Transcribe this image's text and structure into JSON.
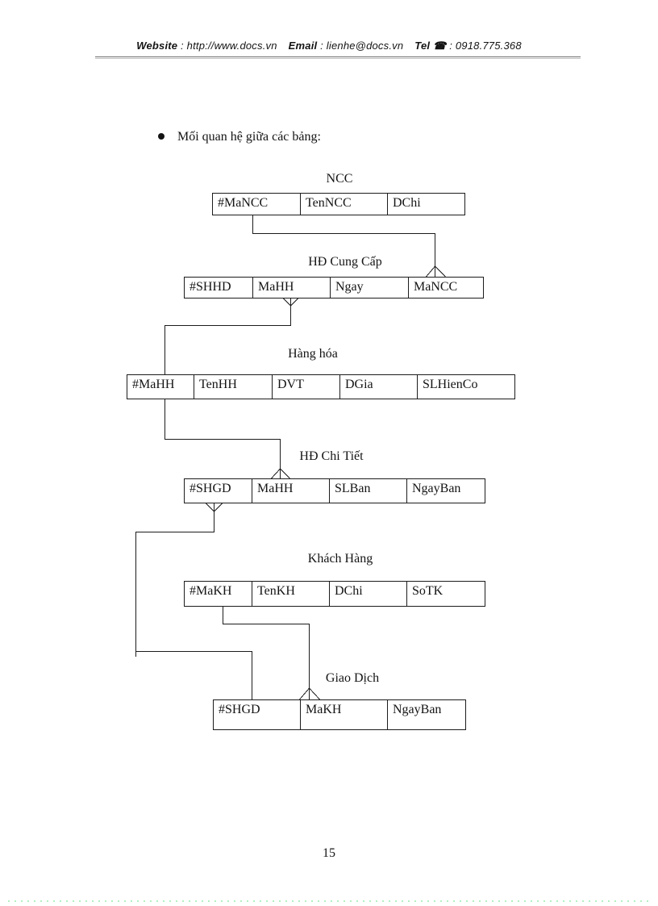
{
  "header": {
    "website_label": "Website",
    "website_sep": " : ",
    "website_value": "http://www.docs.vn",
    "email_label": "Email",
    "email_sep": " : ",
    "email_value": "lienhe@docs.vn",
    "tel_label": "Tel",
    "phone_icon": "☎",
    "tel_sep": " : ",
    "tel_value": "0918.775.368"
  },
  "content": {
    "bullet_text": "Mối quan hệ giữa các bảng:"
  },
  "diagram": {
    "tables": [
      {
        "id": "ncc",
        "title": "NCC",
        "columns": [
          "#MaNCC",
          "TenNCC",
          "DChi"
        ]
      },
      {
        "id": "hdcc",
        "title": "HĐ Cung Cấp",
        "columns": [
          "#SHHD",
          "MaHH",
          "Ngay",
          "MaNCC"
        ]
      },
      {
        "id": "hh",
        "title": "Hàng hóa",
        "columns": [
          "#MaHH",
          "TenHH",
          "DVT",
          "DGia",
          "SLHienCo"
        ]
      },
      {
        "id": "hdct",
        "title": "HĐ Chi Tiết",
        "columns": [
          "#SHGD",
          "MaHH",
          "SLBan",
          "NgayBan"
        ]
      },
      {
        "id": "kh",
        "title": "Khách Hàng",
        "columns": [
          "#MaKH",
          "TenKH",
          "DChi",
          "SoTK"
        ]
      },
      {
        "id": "gd",
        "title": "Giao Dịch",
        "columns": [
          "#SHGD",
          "MaKH",
          "NgayBan"
        ]
      }
    ],
    "relationships": [
      {
        "one": "NCC.#MaNCC",
        "many": "HĐ Cung Cấp.MaNCC"
      },
      {
        "one": "Hàng hóa.#MaHH",
        "many": "HĐ Cung Cấp.MaHH"
      },
      {
        "one": "Hàng hóa.#MaHH",
        "many": "HĐ Chi Tiết.MaHH"
      },
      {
        "one": "Giao Dịch.#SHGD",
        "many": "HĐ Chi Tiết.#SHGD"
      },
      {
        "one": "Khách Hàng.#MaKH",
        "many": "Giao Dịch.MaKH"
      }
    ]
  },
  "footer": {
    "page_number": "15"
  },
  "colors": {
    "line": "#1c1c1c",
    "header_rule": "#6e6e6e",
    "footer_dots": "#b2f0c2"
  }
}
